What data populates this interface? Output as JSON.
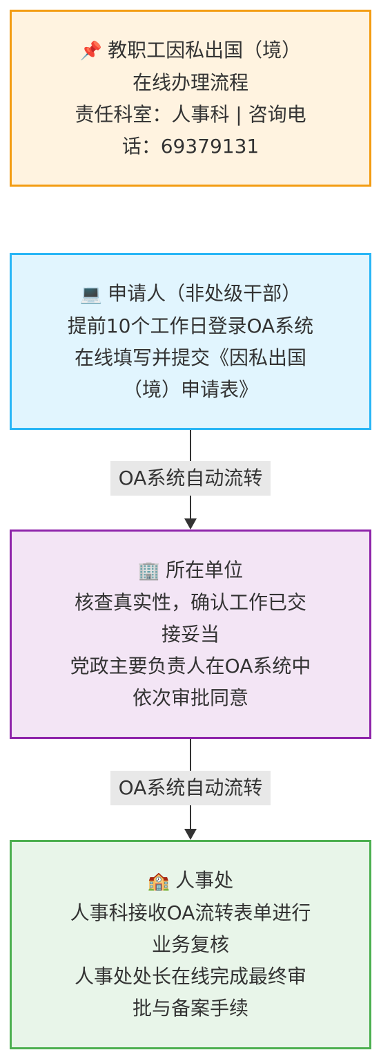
{
  "nodes": {
    "header": {
      "icon": "pushpin-icon",
      "emoji": "📌",
      "lines": [
        "教职工因私出国（境）",
        "在线办理流程",
        "责任科室：人事科 | 咨询电",
        "话：69379131"
      ]
    },
    "applicant": {
      "icon": "laptop-icon",
      "emoji": "💻",
      "lines": [
        "申请人（非处级干部）",
        "提前10个工作日登录OA系统",
        "在线填写并提交《因私出国",
        "（境）申请表》"
      ]
    },
    "unit": {
      "icon": "office-building-icon",
      "emoji": "🏢",
      "lines": [
        "所在单位",
        "核查真实性，确认工作已交",
        "接妥当",
        "党政主要负责人在OA系统中",
        "依次审批同意"
      ]
    },
    "hr": {
      "icon": "school-building-icon",
      "emoji": "🏫",
      "lines": [
        "人事处",
        "人事科接收OA流转表单进行",
        "业务复核",
        "人事处处长在线完成最终审",
        "批与备案手续"
      ]
    }
  },
  "edges": [
    {
      "from": "applicant",
      "to": "unit",
      "label": "OA系统自动流转"
    },
    {
      "from": "unit",
      "to": "hr",
      "label": "OA系统自动流转"
    }
  ],
  "colors": {
    "header_fill": "#fff3e0",
    "header_border": "#f39c12",
    "applicant_fill": "#e1f5fe",
    "applicant_border": "#29b6f6",
    "unit_fill": "#f3e5f5",
    "unit_border": "#8e24aa",
    "hr_fill": "#e8f5e9",
    "hr_border": "#4caf50",
    "edge": "#333333",
    "edge_label_bg": "#e8e8e8"
  }
}
